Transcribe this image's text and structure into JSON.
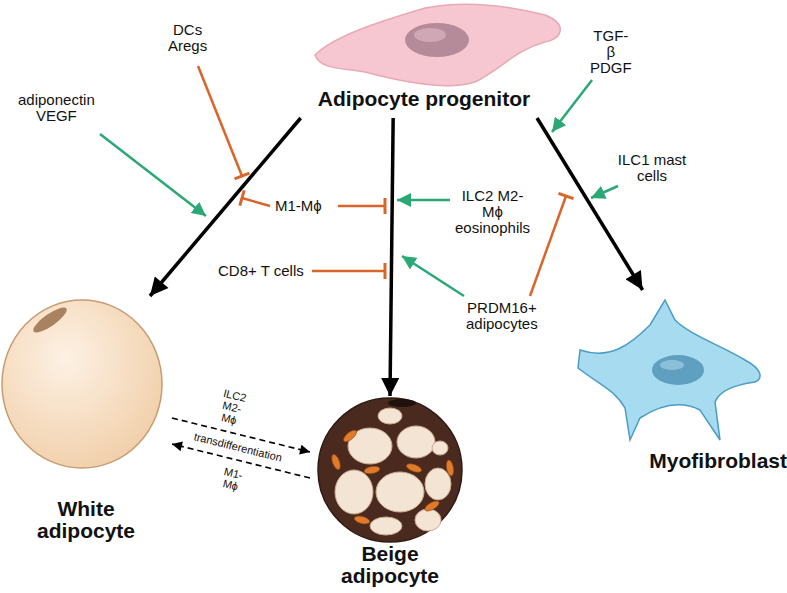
{
  "diagram": {
    "nodes": [
      {
        "text": [
          "Adipocyte progenitor"
        ]
      },
      {
        "text": [
          "White adipocyte"
        ]
      },
      {
        "text": [
          "Beige adipocyte"
        ]
      },
      {
        "text": [
          "Myofibroblast"
        ]
      }
    ],
    "edges": [
      {
        "from": 0,
        "to": 1,
        "arrow": "to"
      },
      {
        "from": 0,
        "to": 2,
        "arrow": "to"
      },
      {
        "from": 0,
        "to": 3,
        "arrow": "to"
      },
      {
        "from": 1,
        "to": 2,
        "label": "ILC2 M2-Mϕ",
        "arrow": "to"
      },
      {
        "from": 2,
        "to": 1,
        "label": "M1-Mϕ",
        "arrow": "to"
      }
    ],
    "labels": [
      "DCs Aregs",
      "TGF-β PDGF",
      "adiponectin VEGF",
      "ILC2 M2-Mϕ eosinophils",
      "ILC1 mast cells",
      "M1-Mϕ",
      "CD8+ T cells",
      "PRDM16+ adipocytes",
      "transdifferentiation"
    ]
  }
}
